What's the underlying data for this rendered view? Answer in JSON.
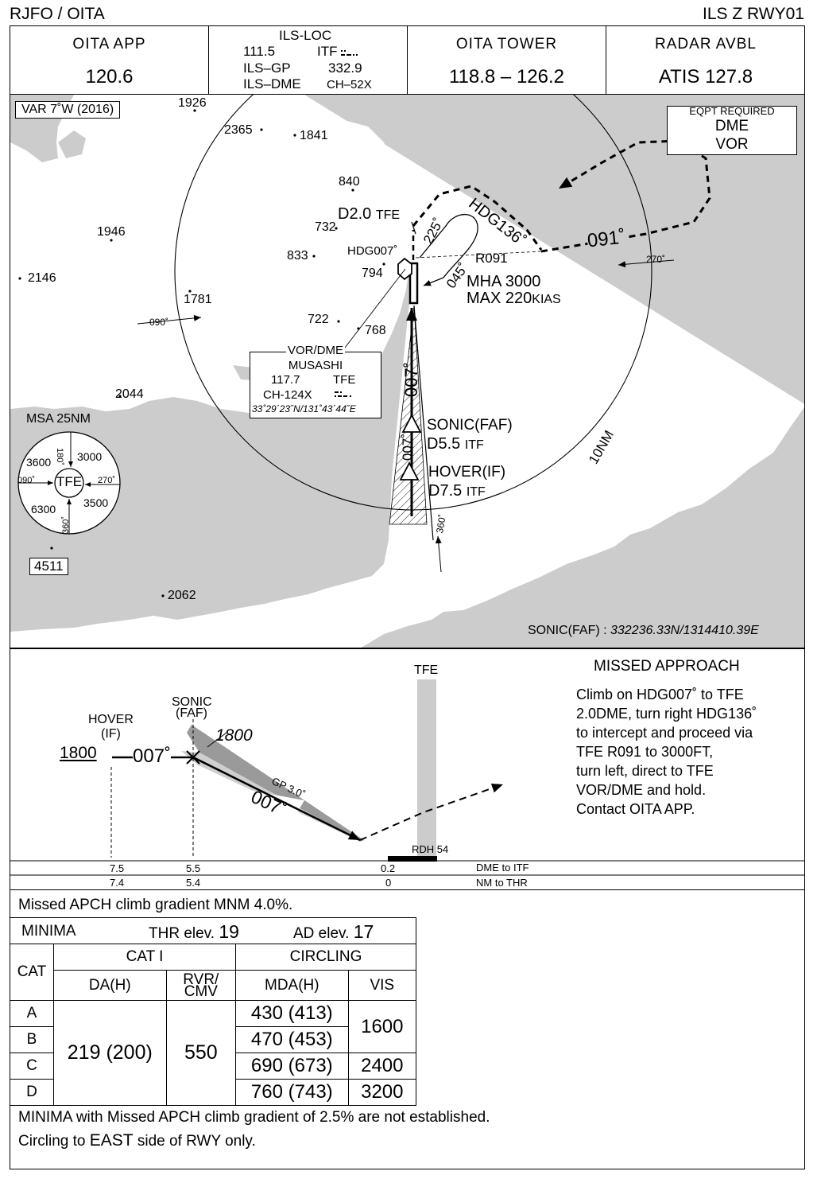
{
  "header": {
    "left": "RJFO / OITA",
    "right": "ILS Z  RWY01"
  },
  "freq": {
    "app": {
      "title": "OITA  APP",
      "value": "120.6"
    },
    "ils": {
      "title": "ILS-LOC",
      "loc_freq": "111.5",
      "loc_id": "ITF",
      "gp_label": "ILS–GP",
      "gp_freq": "332.9",
      "dme_label": "ILS–DME",
      "dme_ch": "CH–52X"
    },
    "tower": {
      "title": "OITA  TOWER",
      "value": "118.8 – 126.2"
    },
    "radar": {
      "title": "RADAR  AVBL",
      "value": "ATIS  127.8"
    }
  },
  "plan": {
    "var": "VAR 7˚W (2016)",
    "eqpt_title": "EQPT REQUIRED",
    "eqpt_1": "DME",
    "eqpt_2": "VOR",
    "spot_heights": [
      "1926",
      "2365",
      "1841",
      "840",
      "732",
      "833",
      "794",
      "722",
      "768",
      "1946",
      "2146",
      "1781",
      "2044",
      "2062"
    ],
    "d20": "D2.0",
    "d20_ident": "TFE",
    "hdg007": "HDG007˚",
    "hdg136": "HDG136˚",
    "c225": "225˚",
    "c045": "045˚",
    "r091": "R091",
    "c091": "091˚",
    "c270": "270˚",
    "c090": "090˚",
    "c360": "360˚",
    "mha": "MHA 3000",
    "max_prefix": "MAX 220",
    "max_unit": "KIAS",
    "inbound": "007˚",
    "inbound2": "007˚",
    "vor": {
      "title": "VOR/DME",
      "name": "MUSASHI",
      "freq": "117.7",
      "ident": "TFE",
      "ch": "CH-124X",
      "coords": "33˚29΄23˝N/131˚43΄44˝E"
    },
    "sonic_name": "SONIC(FAF)",
    "sonic_d": "D5.5",
    "sonic_unit": "ITF",
    "hover_name": "HOVER(IF)",
    "hover_d": "D7.5",
    "hover_unit": "ITF",
    "ring": "10NM",
    "msa": {
      "title": "MSA 25NM",
      "center": "TFE",
      "n": "180˚",
      "s": "360˚",
      "w": "090˚",
      "e": "270˚",
      "nw": "3600",
      "ne": "3000",
      "sw": "6300",
      "se": "3500"
    },
    "max_elev": "4511",
    "sonic_coord_label": "SONIC(FAF) : ",
    "sonic_coord": "332236.33N/1314410.39E"
  },
  "profile": {
    "tfe": "TFE",
    "hover": "HOVER",
    "hover_if": "(IF)",
    "sonic": "SONIC",
    "sonic_faf": "(FAF)",
    "alt_hover": "1800",
    "alt_sonic": "1800",
    "crs": "007˚",
    "crs2": "007˚",
    "gp": "GP 3.0˚",
    "rdh": "RDH 54",
    "dme_vals": [
      "7.5",
      "5.5",
      "0.2"
    ],
    "nm_vals": [
      "7.4",
      "5.4",
      "0"
    ],
    "dme_label": "DME to ITF",
    "nm_label": "NM to THR",
    "missed_title": "MISSED APPROACH",
    "missed_lines": [
      "Climb on HDG007˚ to TFE",
      "2.0DME, turn right HDG136˚",
      "to intercept and proceed via",
      "TFE R091 to 3000FT,",
      "turn left, direct to TFE",
      "VOR/DME and hold.",
      "Contact OITA APP."
    ]
  },
  "minima": {
    "gradient_note": "Missed APCH climb gradient MNM 4.0%.",
    "title": "MINIMA",
    "thr_label": "THR elev.",
    "thr_val": "19",
    "ad_label": "AD elev.",
    "ad_val": "17",
    "cat": "CAT",
    "cat1": "CAT  I",
    "circling": "CIRCLING",
    "dah": "DA(H)",
    "rvr": "RVR/",
    "cmv": "CMV",
    "mdah": "MDA(H)",
    "vis": "VIS",
    "cats": [
      "A",
      "B",
      "C",
      "D"
    ],
    "da_value": "219 (200)",
    "rvr_value": "550",
    "mda": [
      "430 (413)",
      "470 (453)",
      "690 (673)",
      "760 (743)"
    ],
    "vis_ab": "1600",
    "vis_c": "2400",
    "vis_d": "3200",
    "note1": "MINIMA with Missed APCH climb gradient of 2.5% are not established.",
    "note2_a": "Circling to ",
    "note2_b": "EAST",
    "note2_c": " side of RWY only."
  }
}
